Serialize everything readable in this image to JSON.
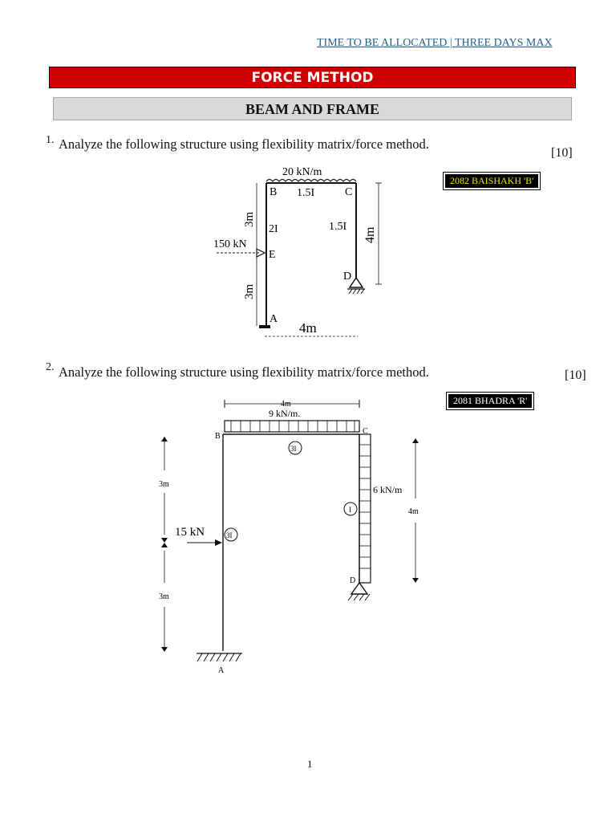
{
  "header": {
    "note": "TIME TO BE ALLOCATED | THREE DAYS MAX",
    "title": "FORCE METHOD",
    "section": "BEAM AND FRAME"
  },
  "questions": [
    {
      "number": "1.",
      "text": "Analyze the following structure using flexibility matrix/force method.",
      "marks": "[10]",
      "tag": "2082 BAISHAKH 'B'",
      "figure": {
        "udl": "20 kN/m",
        "point_load": "150 kN",
        "beam_stiffness": "1.5I",
        "left_col_stiffness": "2I",
        "right_col_stiffness": "1.5I",
        "upper_height": "3m",
        "lower_height": "3m",
        "right_height": "4m",
        "span": "4m",
        "nodes": [
          "A",
          "B",
          "C",
          "D",
          "E"
        ]
      }
    },
    {
      "number": "2.",
      "text": "Analyze the following structure using flexibility matrix/force method.",
      "marks": "[10]",
      "tag": "2081 BHADRA 'R'",
      "figure": {
        "span": "4m",
        "udl_beam": "9 kN/m.",
        "udl_column": "6 kN/m",
        "point_load": "15 kN",
        "beam_stiffness": "3I",
        "left_col_stiffness": "3I",
        "right_col_stiffness": "I",
        "upper_height": "3m",
        "lower_height": "3m",
        "right_height": "4m",
        "nodes": [
          "A",
          "B",
          "C",
          "D"
        ]
      }
    }
  ],
  "footer": {
    "page": "1"
  }
}
